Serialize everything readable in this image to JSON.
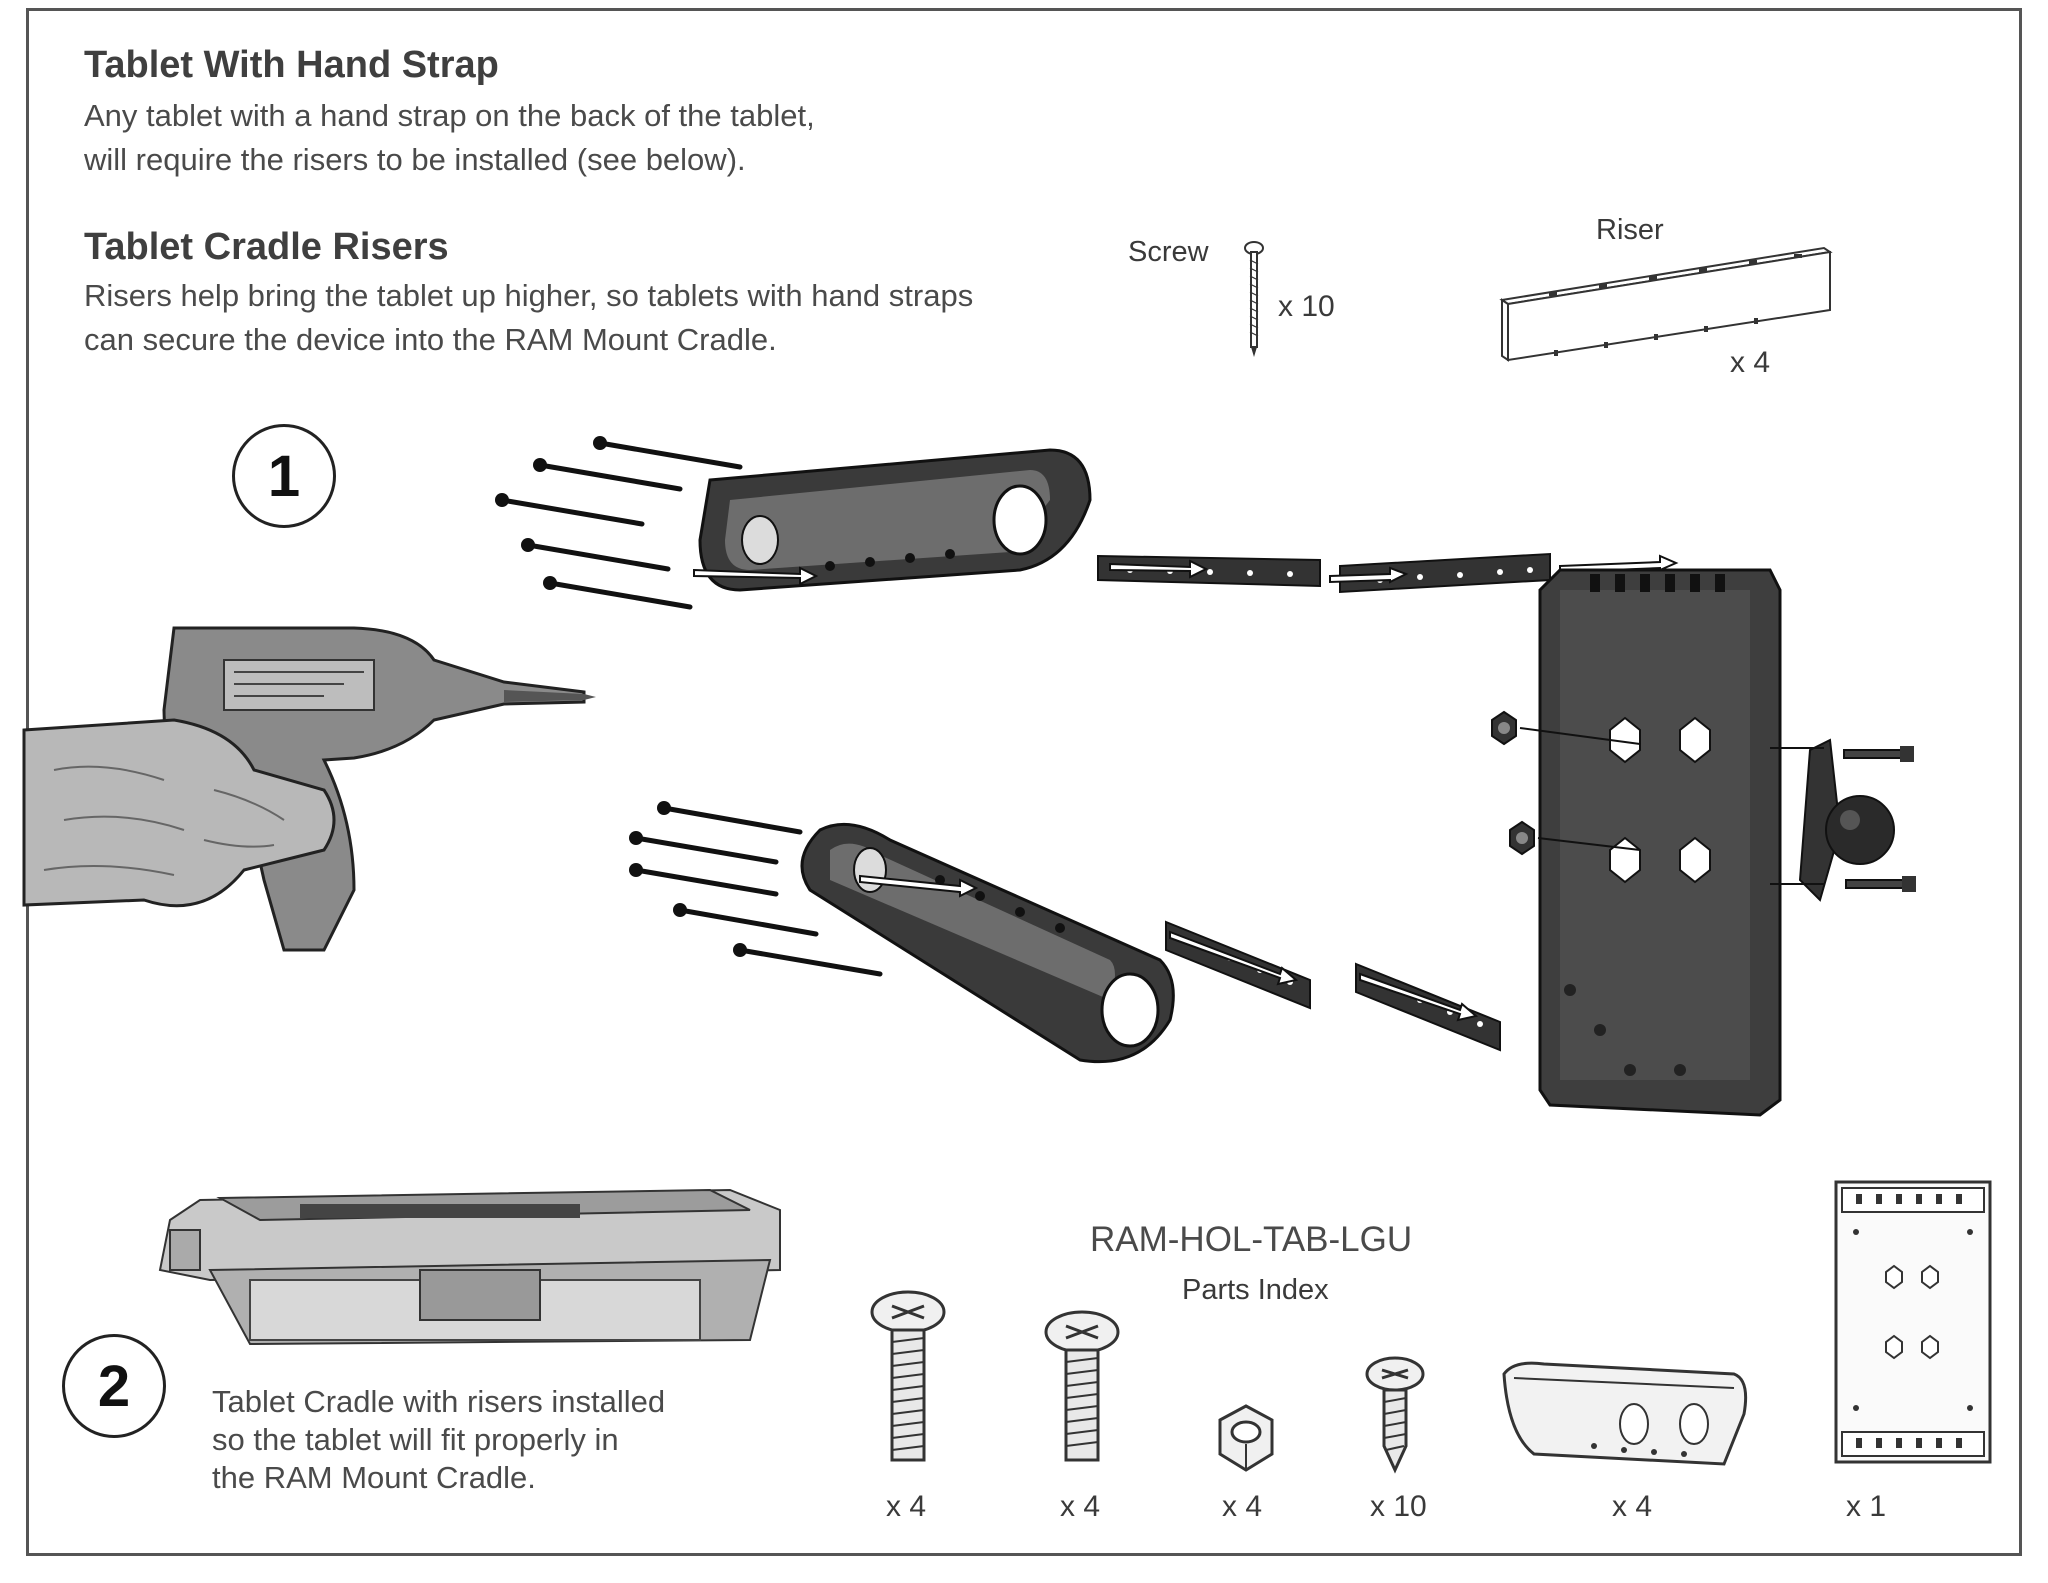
{
  "header": {
    "title": "Tablet With Hand Strap",
    "desc_line1": "Any tablet with a hand strap on the back of the tablet,",
    "desc_line2": "will require the risers to be installed (see below)."
  },
  "risers_section": {
    "title": "Tablet Cradle Risers",
    "desc_line1": "Risers help bring the tablet up higher, so tablets with hand straps",
    "desc_line2": "can secure the device into the RAM Mount Cradle."
  },
  "legend": {
    "screw_label": "Screw",
    "screw_qty": "x 10",
    "riser_label": "Riser",
    "riser_qty": "x 4"
  },
  "steps": {
    "step1": "1",
    "step2": "2",
    "step2_line1": "Tablet Cradle with risers installed",
    "step2_line2": "so the tablet will fit properly in",
    "step2_line3": "the RAM Mount Cradle."
  },
  "parts_index": {
    "model": "RAM-HOL-TAB-LGU",
    "title": "Parts Index",
    "items": [
      {
        "icon": "long-screw-icon",
        "qty": "x 4"
      },
      {
        "icon": "short-screw-icon",
        "qty": "x 4"
      },
      {
        "icon": "nut-icon",
        "qty": "x 4"
      },
      {
        "icon": "tapping-screw-icon",
        "qty": "x 10"
      },
      {
        "icon": "cup-icon",
        "qty": "x 4"
      },
      {
        "icon": "plate-icon",
        "qty": "x 1"
      }
    ]
  }
}
